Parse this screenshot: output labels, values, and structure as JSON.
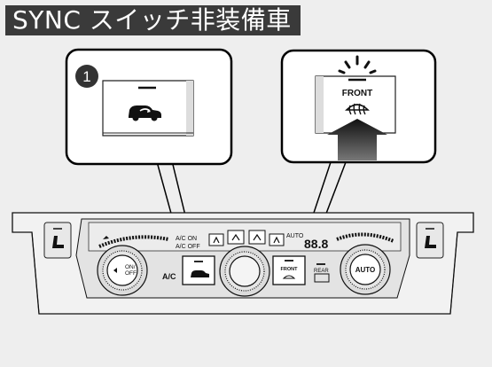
{
  "page": {
    "title": "SYNC スイッチ非装備車"
  },
  "callouts": [
    {
      "number": "1"
    },
    {
      "label": "FRONT"
    }
  ],
  "panel": {
    "left_buttons": [
      {
        "label": "A/C"
      },
      {
        "label": "A/C ON"
      },
      {
        "label": "A/C OFF"
      }
    ],
    "fan_button": {
      "line1": "ON/",
      "line2": "OFF"
    },
    "display": {
      "mode": "AUTO",
      "temperature": "88.8"
    },
    "front_button": {
      "label": "FRONT"
    },
    "rear_button": {
      "label": "REAR"
    },
    "auto_button": {
      "label": "AUTO"
    }
  }
}
